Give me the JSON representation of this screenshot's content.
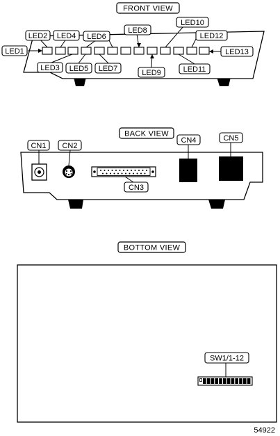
{
  "views": {
    "front_title": "FRONT VIEW",
    "back_title": "BACK VIEW",
    "bottom_title": "BOTTOM VIEW"
  },
  "front": {
    "leds": [
      "LED1",
      "LED2",
      "LED3",
      "LED4",
      "LED5",
      "LED6",
      "LED7",
      "LED8",
      "LED9",
      "LED10",
      "LED11",
      "LED12",
      "LED13"
    ]
  },
  "back": {
    "connectors": [
      "CN1",
      "CN2",
      "CN3",
      "CN4",
      "CN5"
    ]
  },
  "bottom": {
    "switch_label": "SW1/1-12"
  },
  "figure_number": "54922",
  "colors": {
    "ink": "#000000",
    "paper": "#ffffff"
  }
}
